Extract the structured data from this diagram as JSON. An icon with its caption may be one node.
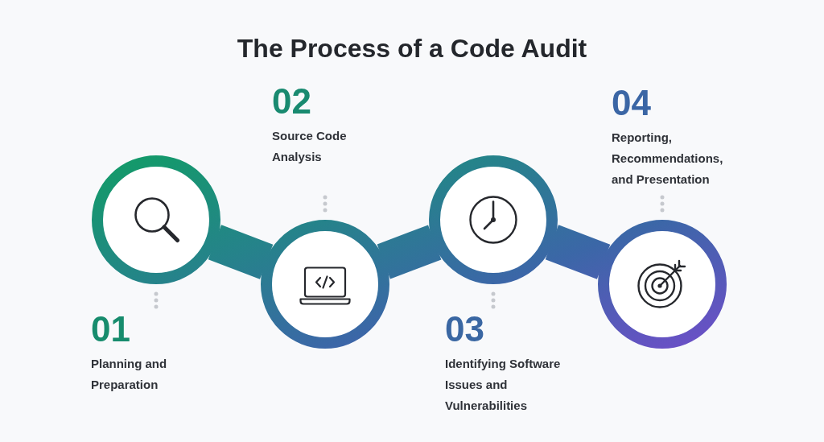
{
  "diagram": {
    "title": "The Process of a Code Audit",
    "nodes": [
      {
        "text": [],
        "shape": "circle"
      },
      {
        "text": [
          "01",
          "Planning and Preparation"
        ]
      },
      {
        "text": [],
        "shape": "circle"
      },
      {
        "text": [
          "02",
          "Source Code Analysis"
        ]
      },
      {
        "text": [],
        "shape": "circle"
      },
      {
        "text": [
          "03",
          "Identifying Software Issues and Vulnerabilities"
        ]
      },
      {
        "text": [],
        "shape": "circle"
      },
      {
        "text": [
          "04",
          "Reporting, Recommendations, and Presentation"
        ]
      }
    ],
    "edges": [
      {
        "from": 0,
        "to": 2,
        "arrow": "none",
        "style": "thick"
      },
      {
        "from": 2,
        "to": 4,
        "arrow": "none",
        "style": "thick"
      },
      {
        "from": 4,
        "to": 6,
        "arrow": "none",
        "style": "thick"
      },
      {
        "from": 1,
        "to": 0,
        "arrow": "none",
        "style": "dashed"
      },
      {
        "from": 3,
        "to": 2,
        "arrow": "none",
        "style": "dashed"
      },
      {
        "from": 5,
        "to": 4,
        "arrow": "none",
        "style": "dashed"
      },
      {
        "from": 7,
        "to": 6,
        "arrow": "none",
        "style": "dashed"
      }
    ]
  }
}
